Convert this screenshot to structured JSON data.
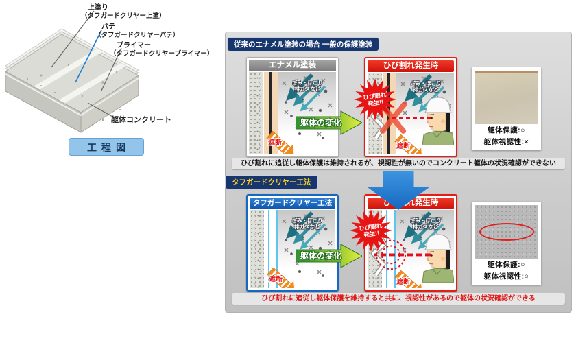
{
  "left_diagram": {
    "layer_labels": [
      {
        "name": "上塗り",
        "detail": "（タフガードクリヤー上塗）"
      },
      {
        "name": "パテ",
        "detail": "（タフガードクリヤーパテ）"
      },
      {
        "name": "プライマー",
        "detail": "（タフガードクリヤープライマー）"
      }
    ],
    "base_label": "躯体コンクリート",
    "process_caption": "工程図"
  },
  "comparison": {
    "conventional": {
      "badge": "従来のエナメル塗装の場合 一般の保護塗装",
      "before_panel_title": "エナメル塗装",
      "after_panel_title": "ひび割れ発生時",
      "change_arrow_label": "躯体の変化",
      "block_label": "遮断",
      "burst_line1": "ひび割れ",
      "burst_line2": "発生!!",
      "pollutants_line1": "ごみ・ほこり",
      "pollutants_line2": "排ガスなど",
      "rating_protection": "躯体保護:○",
      "rating_visibility": "躯体視認性:×",
      "caption": "ひび割れに追従し躯体保護は維持されるが、視認性が無いのでコンクリート躯体の状況確認ができない"
    },
    "clear_method": {
      "badge": "タフガードクリヤー工法",
      "before_panel_title": "タフガードクリヤー工法",
      "after_panel_title": "ひび割れ発生時",
      "change_arrow_label": "躯体の変化",
      "block_label": "遮断",
      "burst_line1": "ひび割れ",
      "burst_line2": "発生!!",
      "pollutants_line1": "ごみ・ほこり",
      "pollutants_line2": "排ガスなど",
      "rating_protection": "躯体保護:○",
      "rating_visibility": "躯体視認性:○",
      "caption": "ひび割れに追従し躯体保護を維持すると共に、視認性があるので躯体の状況確認ができる"
    },
    "colors": {
      "navy": "#17366d",
      "red": "#e41e14",
      "blue": "#1668c4",
      "gray_header": "#8c8c8c",
      "green_arrow": "#3fa02e",
      "orange": "#f08a1d",
      "teal": "#1f7a8c",
      "down_arrow": "#1d7ed6",
      "badge_gold_text": "#ffd21e"
    }
  }
}
